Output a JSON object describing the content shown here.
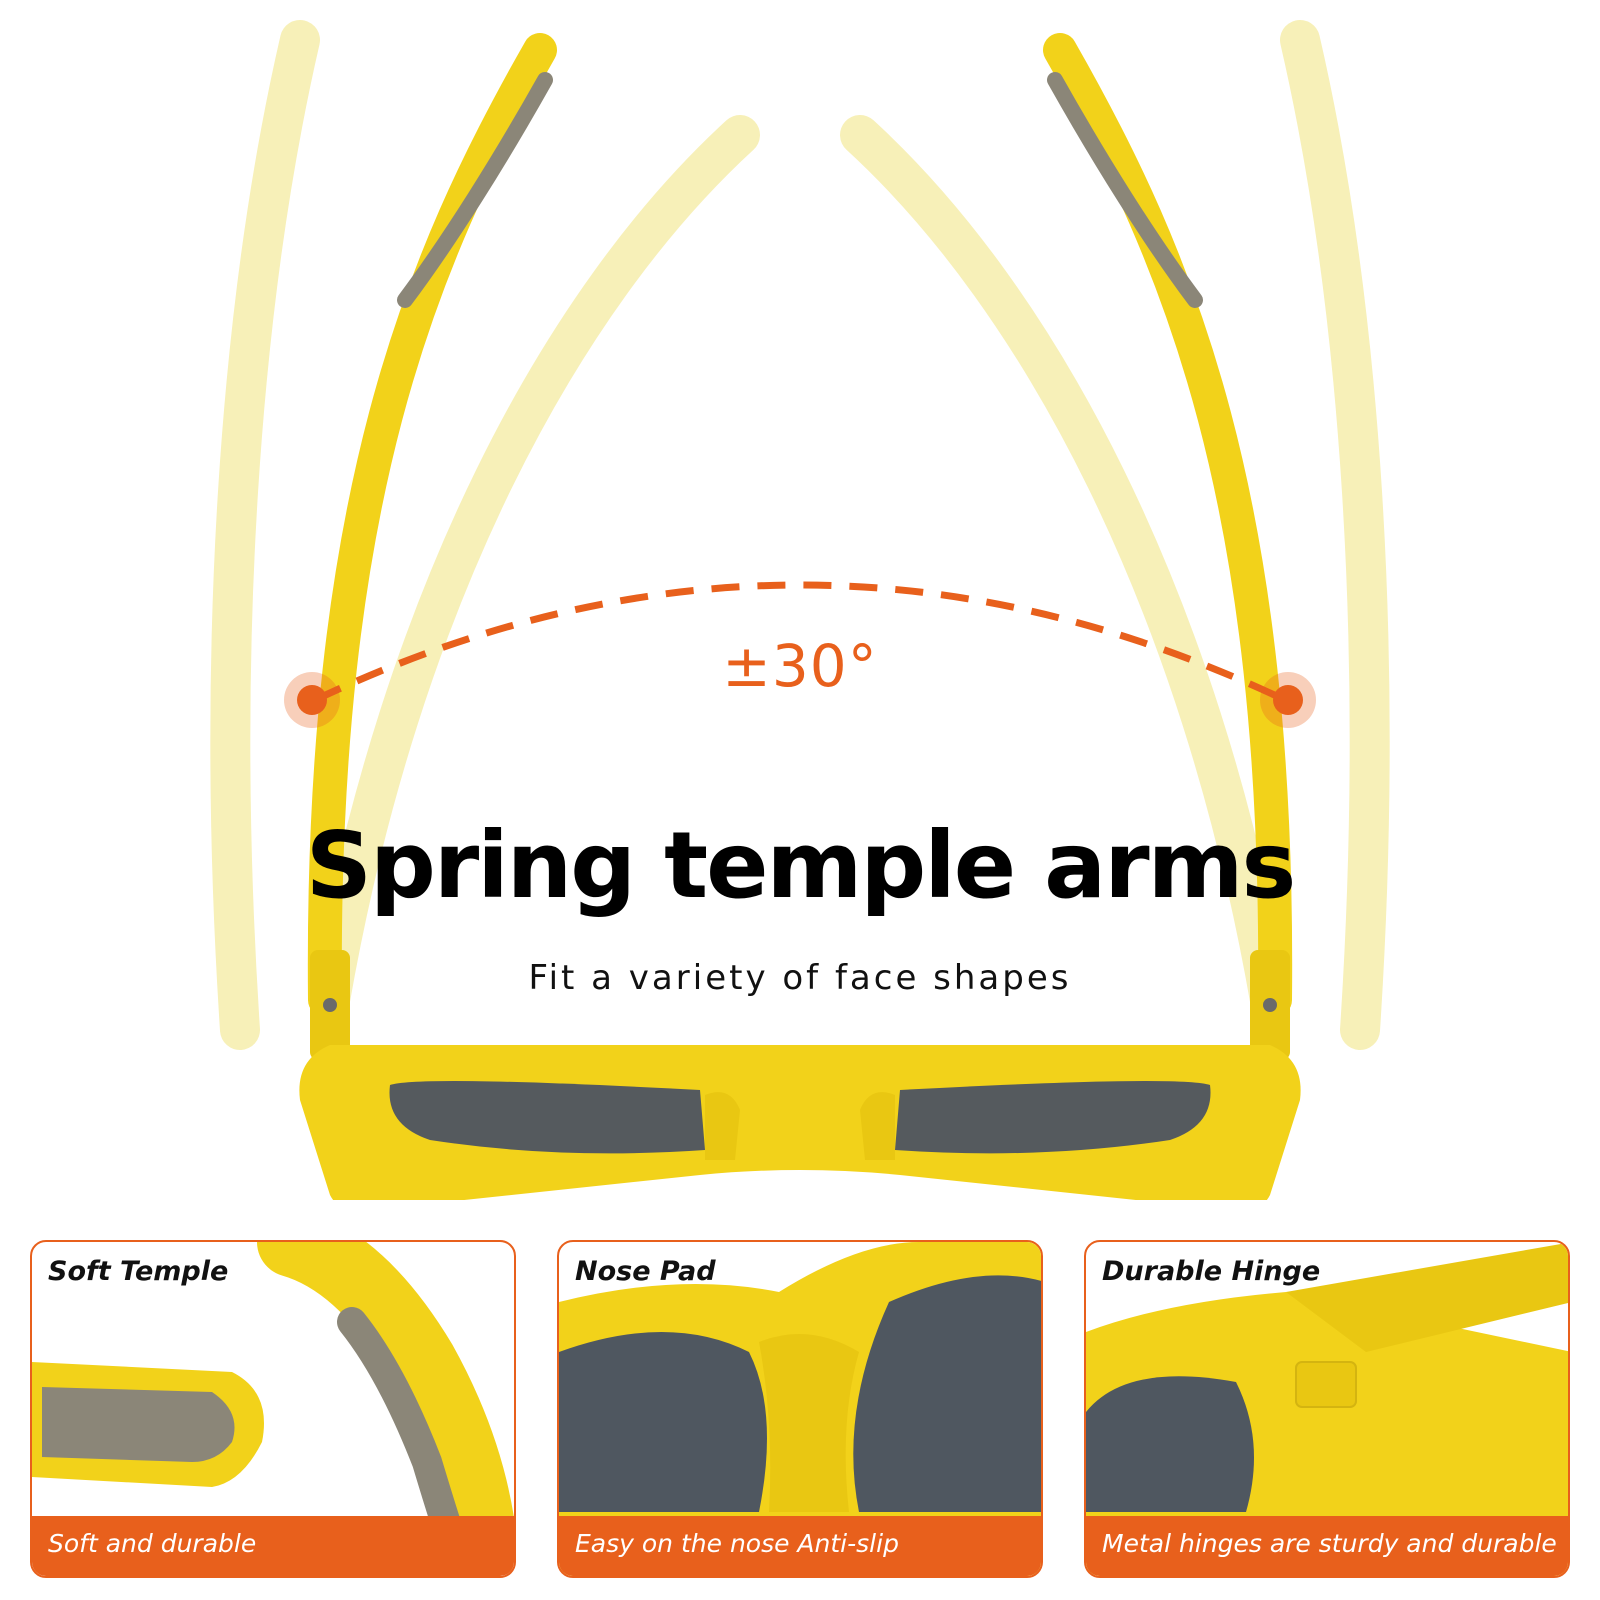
{
  "main": {
    "angle": "±30°",
    "headline": "Spring temple arms",
    "subline": "Fit a variety of face shapes"
  },
  "features": [
    {
      "title": "Soft Temple",
      "caption": "Soft and durable"
    },
    {
      "title": "Nose Pad",
      "caption": "Easy on the nose Anti-slip"
    },
    {
      "title": "Durable Hinge",
      "caption": "Metal hinges are sturdy and durable"
    }
  ],
  "colors": {
    "frame_yellow": "#f2d21a",
    "ghost_yellow": "#f7f0b8",
    "accent_orange": "#e8601c",
    "lens_gray": "#555a5e",
    "grip_gray": "#8b8678"
  }
}
